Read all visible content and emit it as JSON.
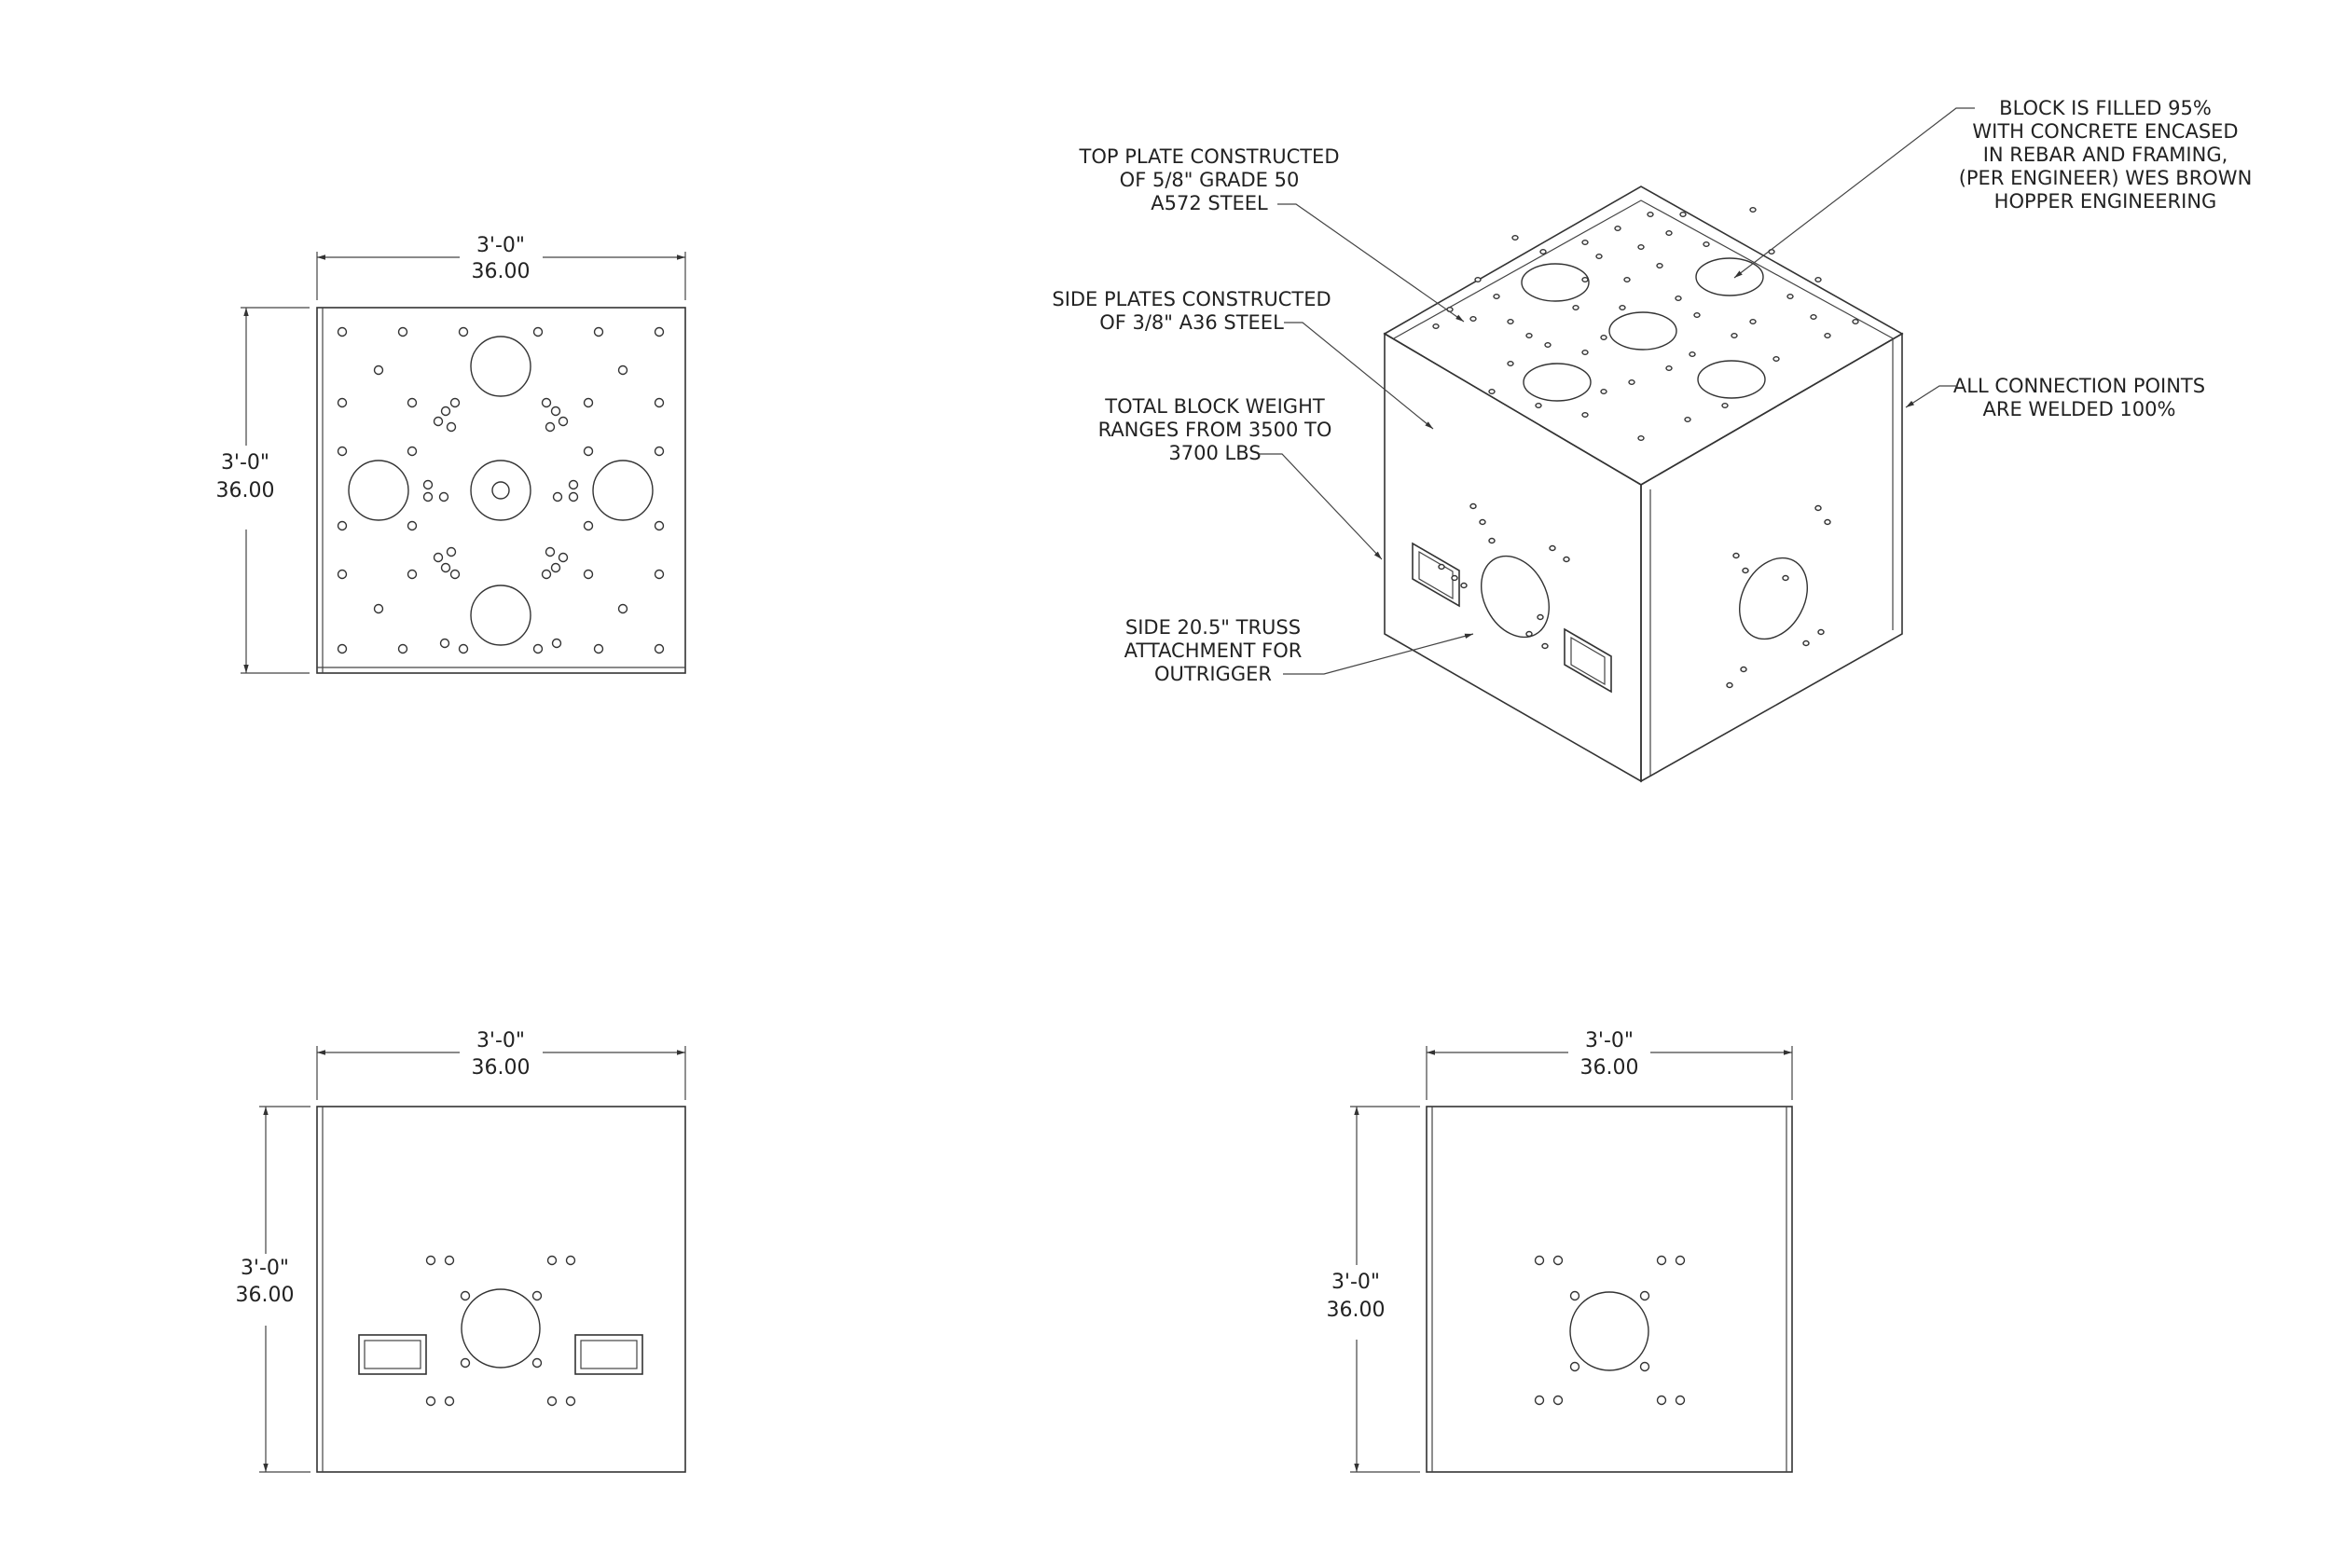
{
  "dimensions": {
    "top_view": {
      "width_ft": "3'-0\"",
      "width_in": "36.00",
      "height_ft": "3'-0\"",
      "height_in": "36.00"
    },
    "front_view": {
      "width_ft": "3'-0\"",
      "width_in": "36.00",
      "height_ft": "3'-0\"",
      "height_in": "36.00"
    },
    "side_view": {
      "width_ft": "3'-0\"",
      "width_in": "36.00",
      "height_ft": "3'-0\"",
      "height_in": "36.00"
    }
  },
  "notes": {
    "top_plate": [
      "TOP PLATE CONSTRUCTED",
      "OF 5/8\" GRADE 50",
      "A572 STEEL"
    ],
    "side_plates": [
      "SIDE PLATES CONSTRUCTED",
      "OF 3/8\" A36 STEEL"
    ],
    "weight": [
      "TOTAL BLOCK WEIGHT",
      "RANGES FROM 3500 TO",
      "3700 LBS"
    ],
    "truss": [
      "SIDE 20.5\" TRUSS",
      "ATTACHMENT FOR",
      "OUTRIGGER"
    ],
    "fill": [
      "BLOCK IS FILLED 95%",
      "WITH CONCRETE ENCASED",
      "IN REBAR AND FRAMING,",
      "(PER ENGINEER) WES BROWN",
      "HOPPER ENGINEERING"
    ],
    "welds": [
      "ALL CONNECTION POINTS",
      "ARE WELDED 100%"
    ]
  },
  "colors": {
    "line": "#333333",
    "paper": "#ffffff"
  }
}
